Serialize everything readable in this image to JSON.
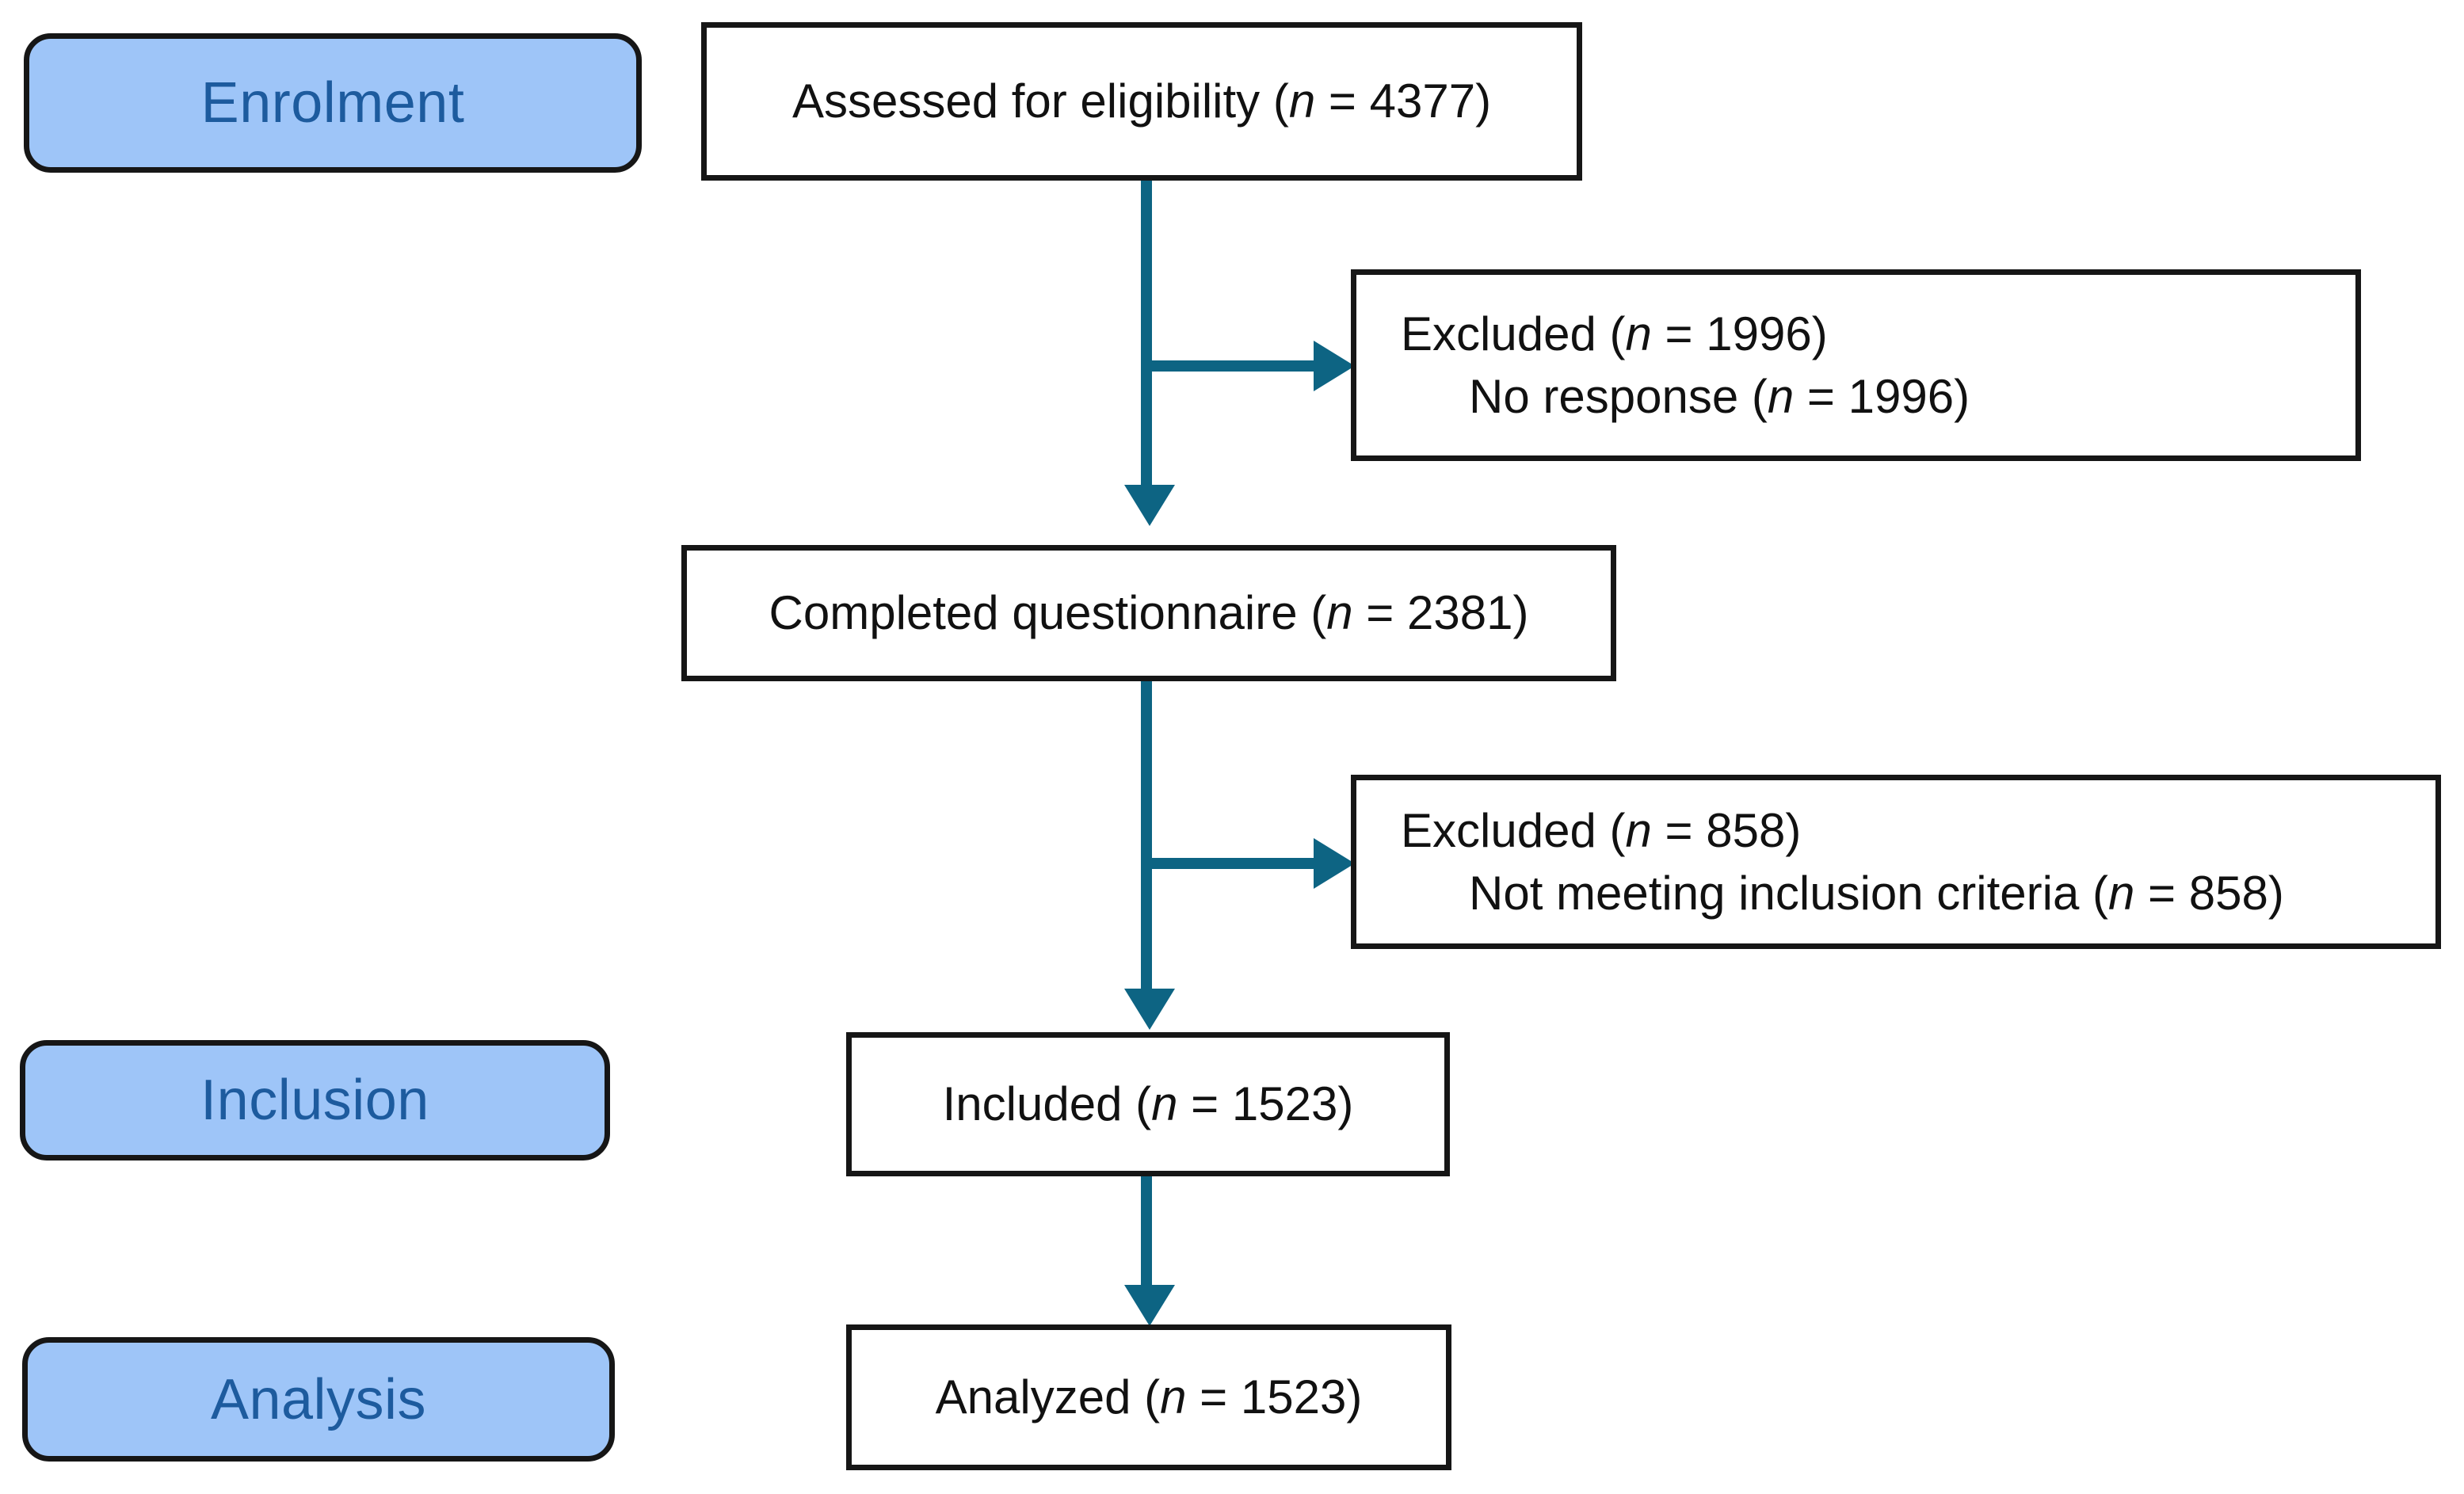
{
  "diagram": {
    "type": "consort-flow-diagram",
    "colors": {
      "phase_fill": "#9ec5f8",
      "phase_text": "#1d5b9e",
      "box_border": "#161616",
      "box_fill": "#ffffff",
      "connector": "#0d6483",
      "body_text": "#111111",
      "background": "#ffffff"
    },
    "phases": [
      {
        "id": "enrolment",
        "label": "Enrolment"
      },
      {
        "id": "inclusion",
        "label": "Inclusion"
      },
      {
        "id": "analysis",
        "label": "Analysis"
      }
    ],
    "nodes": [
      {
        "id": "assessed",
        "align": "center",
        "lines": [
          {
            "text": "Assessed for eligibility (",
            "italic": "n",
            "tail": " = 4377)",
            "indent": false
          }
        ]
      },
      {
        "id": "excluded-1",
        "align": "left",
        "lines": [
          {
            "text": "Excluded (",
            "italic": "n",
            "tail": " = 1996)",
            "indent": false
          },
          {
            "text": "No response (",
            "italic": "n",
            "tail": " =  1996)",
            "indent": true
          }
        ]
      },
      {
        "id": "completed",
        "align": "center",
        "lines": [
          {
            "text": "Completed questionnaire (",
            "italic": "n",
            "tail": " = 2381)",
            "indent": false
          }
        ]
      },
      {
        "id": "excluded-2",
        "align": "left",
        "lines": [
          {
            "text": "Excluded (",
            "italic": "n",
            "tail": " = 858)",
            "indent": false
          },
          {
            "text": "Not meeting inclusion criteria (",
            "italic": "n",
            "tail": " = 858)",
            "indent": true
          }
        ]
      },
      {
        "id": "included",
        "align": "center",
        "lines": [
          {
            "text": "Included (",
            "italic": "n",
            "tail": " = 1523)",
            "indent": false
          }
        ]
      },
      {
        "id": "analyzed",
        "align": "center",
        "lines": [
          {
            "text": "Analyzed (",
            "italic": "n",
            "tail": " = 1523)",
            "indent": false
          }
        ]
      }
    ],
    "text": {
      "assessed_line1": "Assessed for eligibility (n = 4377)",
      "excluded1_line1": "Excluded (n = 1996)",
      "excluded1_line2": "No response (n =  1996)",
      "completed_line1": "Completed questionnaire (n = 2381)",
      "excluded2_line1": "Excluded (n = 858)",
      "excluded2_line2": "Not meeting inclusion criteria (n = 858)",
      "included_line1": "Included (n = 1523)",
      "analyzed_line1": "Analyzed (n = 1523)"
    },
    "counts": {
      "assessed_for_eligibility": 4377,
      "excluded_after_assessment": 1996,
      "no_response": 1996,
      "completed_questionnaire": 2381,
      "excluded_after_questionnaire": 858,
      "not_meeting_inclusion_criteria": 858,
      "included": 1523,
      "analyzed": 1523
    }
  }
}
